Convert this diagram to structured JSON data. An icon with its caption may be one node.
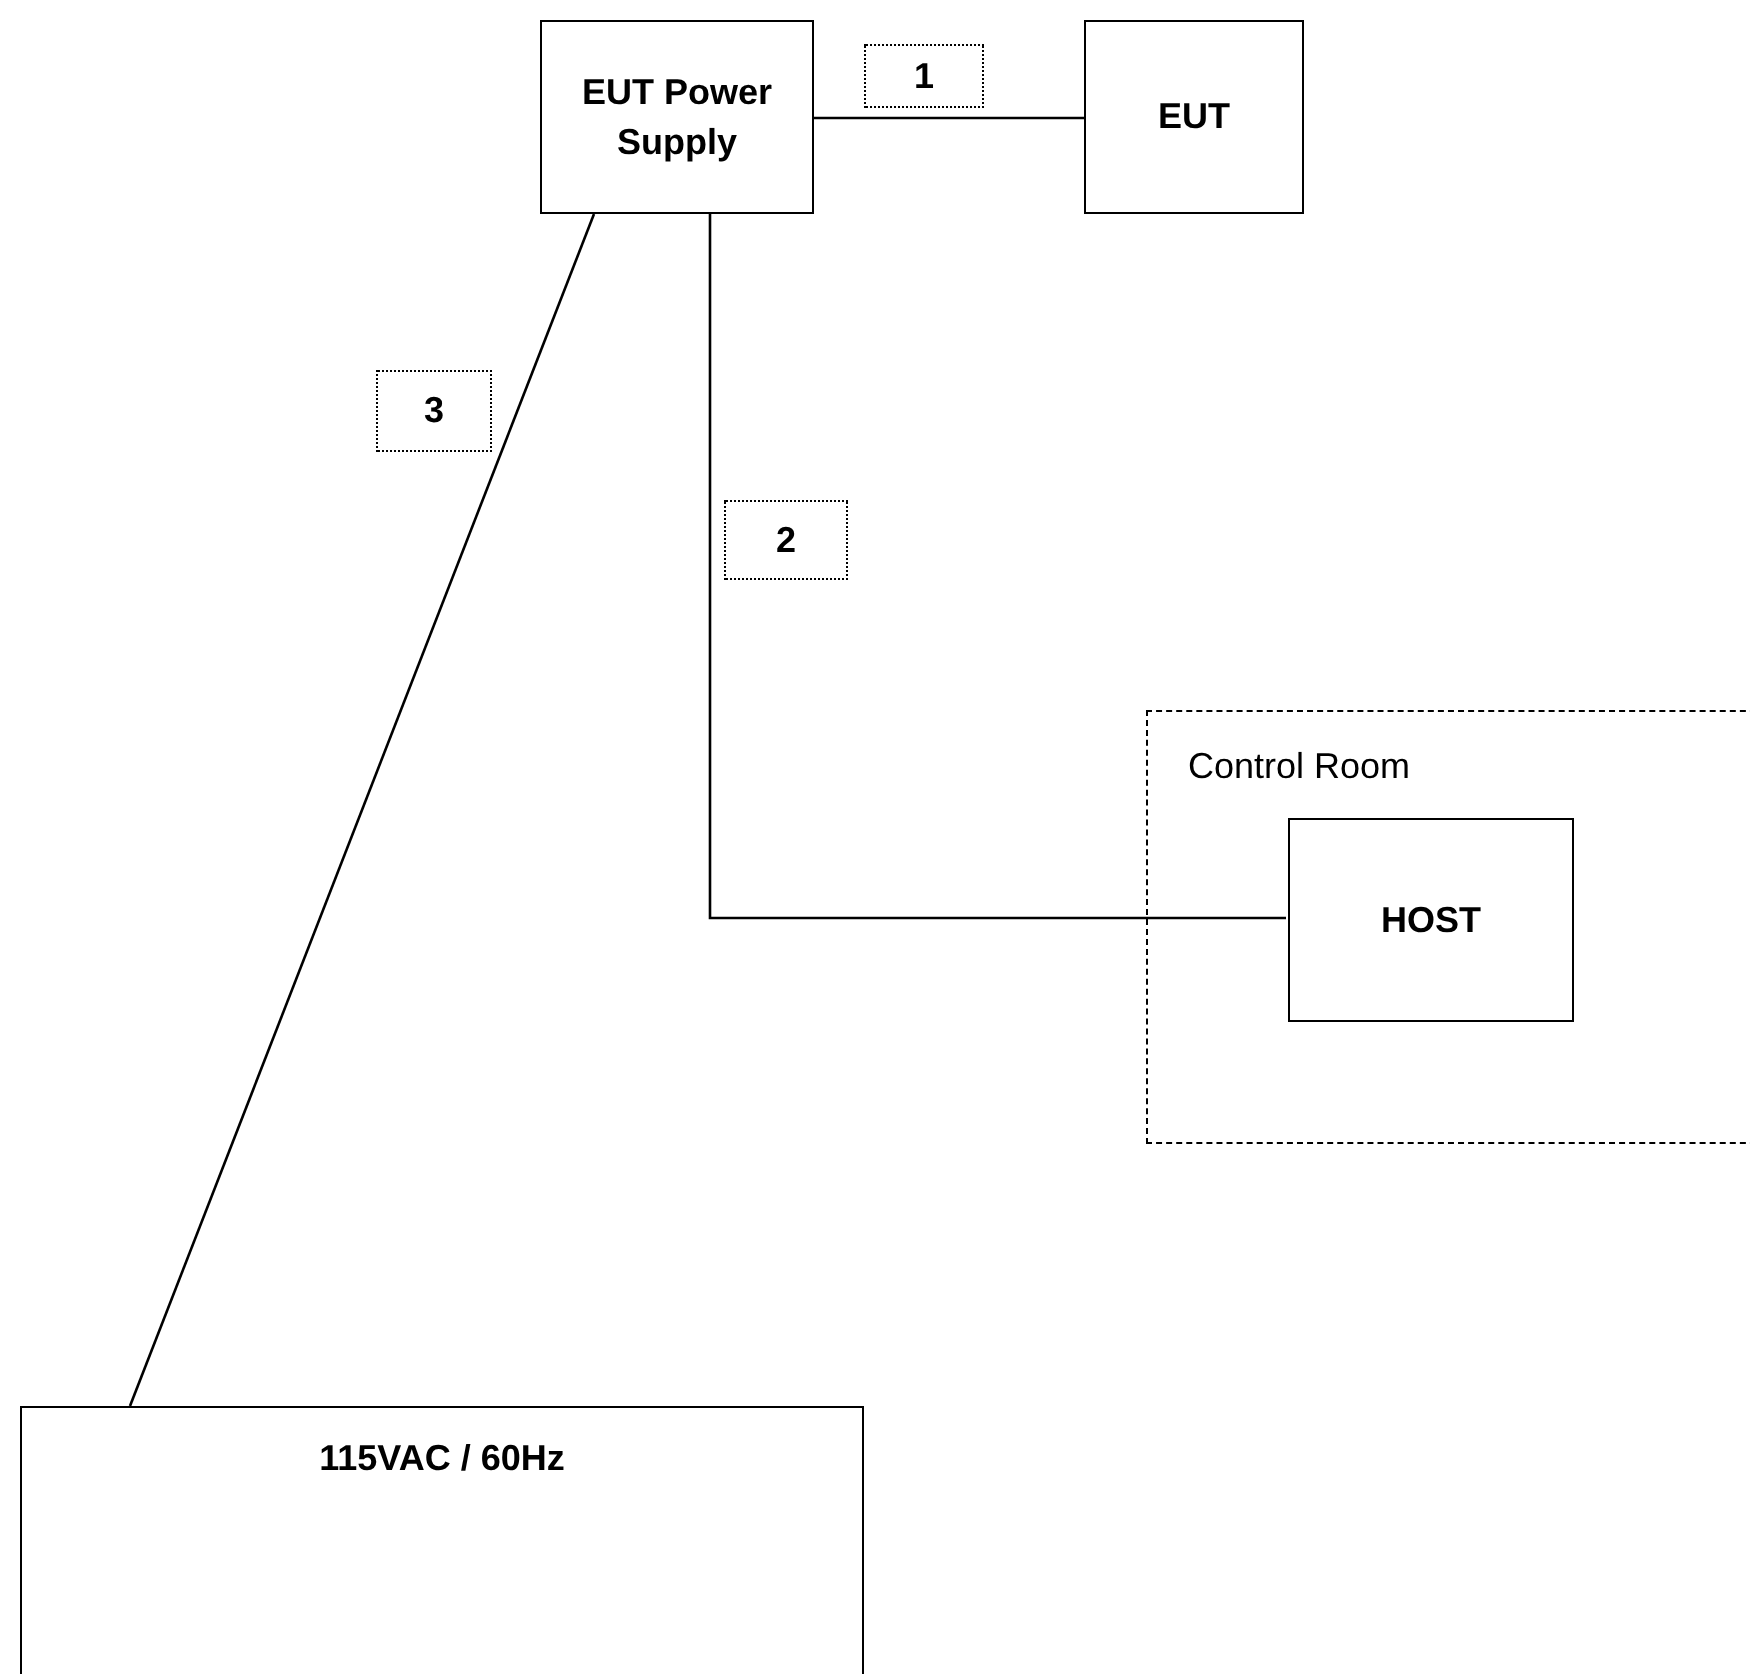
{
  "diagram": {
    "nodes": [
      {
        "text": [
          "EUT Power Supply"
        ]
      },
      {
        "text": [
          "EUT"
        ]
      },
      {
        "text": [
          "Control Room"
        ]
      },
      {
        "text": [
          "HOST"
        ],
        "in": 2
      },
      {
        "text": [
          "115VAC / 60Hz"
        ]
      }
    ],
    "edges": [
      {
        "from": 0,
        "to": 1,
        "arrow": "none",
        "label": "1"
      },
      {
        "from": 0,
        "to": 3,
        "arrow": "none",
        "label": "2"
      },
      {
        "from": 0,
        "to": 4,
        "arrow": "none",
        "label": "3"
      }
    ]
  }
}
